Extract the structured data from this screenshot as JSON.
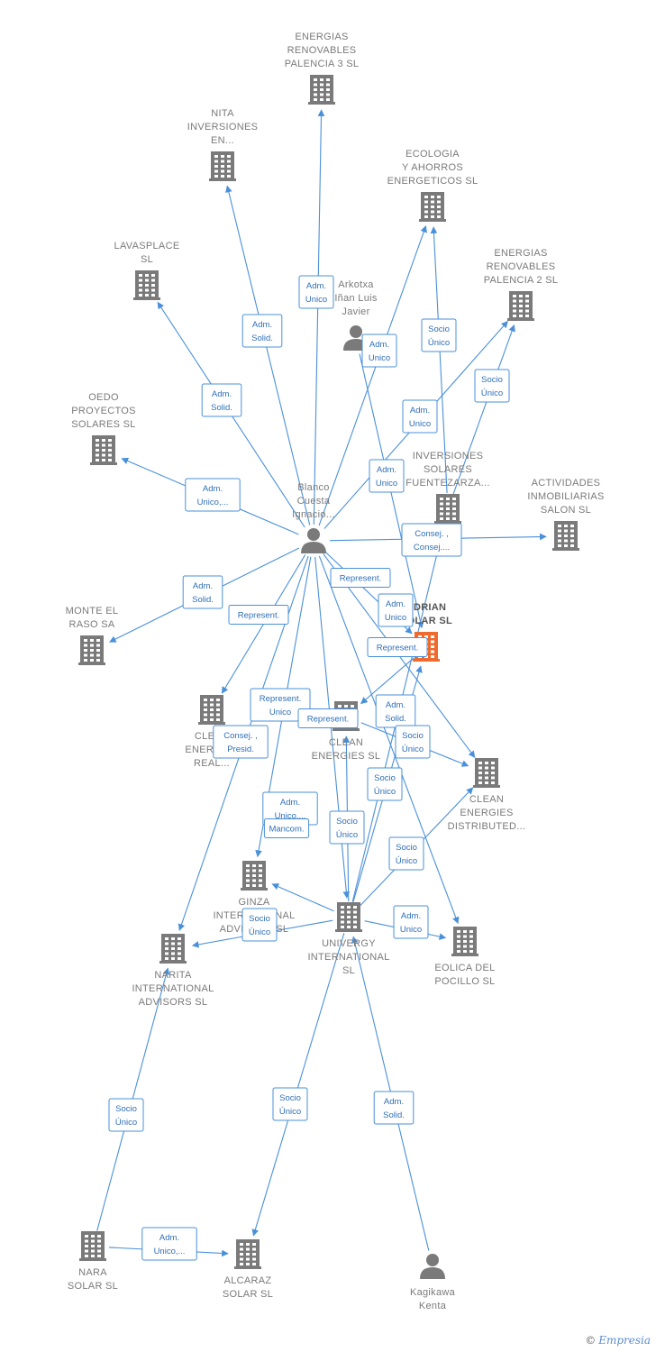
{
  "nodes": [
    {
      "id": "energias3",
      "type": "company",
      "lines": [
        "ENERGIAS",
        "RENOVABLES",
        "PALENCIA 3 SL"
      ]
    },
    {
      "id": "nita",
      "type": "company",
      "lines": [
        "NITA",
        "INVERSIONES",
        "EN..."
      ]
    },
    {
      "id": "ecologia",
      "type": "company",
      "lines": [
        "ECOLOGIA",
        "Y AHORROS",
        "ENERGETICOS SL"
      ]
    },
    {
      "id": "lavasplace",
      "type": "company",
      "lines": [
        "LAVASPLACE",
        "SL"
      ]
    },
    {
      "id": "energias2",
      "type": "company",
      "lines": [
        "ENERGIAS",
        "RENOVABLES",
        "PALENCIA 2 SL"
      ]
    },
    {
      "id": "arkotxa",
      "type": "person",
      "lines": [
        "Arkotxa",
        "Iñan Luis",
        "Javier"
      ]
    },
    {
      "id": "oedo",
      "type": "company",
      "lines": [
        "OEDO",
        "PROYECTOS",
        "SOLARES  SL"
      ]
    },
    {
      "id": "inversiones",
      "type": "company",
      "lines": [
        "INVERSIONES",
        "SOLARES",
        "FUENTEZARZA..."
      ]
    },
    {
      "id": "blanco",
      "type": "person",
      "lines": [
        "Blanco",
        "Cuesta",
        "Ignacio..."
      ]
    },
    {
      "id": "actividades",
      "type": "company",
      "lines": [
        "ACTIVIDADES",
        "INMOBILIARIAS",
        "SALON SL"
      ]
    },
    {
      "id": "monte",
      "type": "company",
      "lines": [
        "MONTE EL",
        "RASO SA"
      ]
    },
    {
      "id": "adrian",
      "type": "company",
      "focus": true,
      "lines": [
        "ADRIAN",
        "SOLAR  SL"
      ]
    },
    {
      "id": "cleanreal",
      "type": "company",
      "lines": [
        "CLEAN",
        "ENERGIES",
        "REAL..."
      ]
    },
    {
      "id": "cleanenergies",
      "type": "company",
      "lines": [
        "CLEAN",
        "ENERGIES SL"
      ]
    },
    {
      "id": "cleandist",
      "type": "company",
      "lines": [
        "CLEAN",
        "ENERGIES",
        "DISTRIBUTED..."
      ]
    },
    {
      "id": "ginza",
      "type": "company",
      "lines": [
        "GINZA",
        "INTERNATIONAL",
        "ADVISORS SL"
      ]
    },
    {
      "id": "univergy",
      "type": "company",
      "lines": [
        "UNIVERGY",
        "INTERNATIONAL",
        "SL"
      ]
    },
    {
      "id": "eolica",
      "type": "company",
      "lines": [
        "EOLICA DEL",
        "POCILLO SL"
      ]
    },
    {
      "id": "narita",
      "type": "company",
      "lines": [
        "NARITA",
        "INTERNATIONAL",
        "ADVISORS  SL"
      ]
    },
    {
      "id": "nara",
      "type": "company",
      "lines": [
        "NARA",
        "SOLAR  SL"
      ]
    },
    {
      "id": "alcaraz",
      "type": "company",
      "lines": [
        "ALCARAZ",
        "SOLAR SL"
      ]
    },
    {
      "id": "kagikawa",
      "type": "person",
      "lines": [
        "Kagikawa",
        "Kenta"
      ]
    }
  ],
  "edges": [
    {
      "from": "blanco",
      "to": "energias3",
      "label": [
        "Adm.",
        "Unico"
      ]
    },
    {
      "from": "blanco",
      "to": "nita",
      "label": [
        "Adm.",
        "Solid."
      ]
    },
    {
      "from": "blanco",
      "to": "lavasplace",
      "label": [
        "Adm.",
        "Solid."
      ]
    },
    {
      "from": "blanco",
      "to": "oedo",
      "label": [
        "Adm.",
        "Unico,..."
      ]
    },
    {
      "from": "blanco",
      "to": "monte",
      "label": [
        "Adm.",
        "Solid."
      ]
    },
    {
      "from": "blanco",
      "to": "ecologia",
      "label": [
        "Adm.",
        "Unico"
      ]
    },
    {
      "from": "blanco",
      "to": "energias2",
      "label": [
        "Adm.",
        "Unico"
      ]
    },
    {
      "from": "blanco",
      "to": "actividades",
      "label": [
        "Consej. ,",
        "Consej...."
      ]
    },
    {
      "from": "blanco",
      "to": "adrian",
      "label": [
        "Represent."
      ]
    },
    {
      "from": "blanco",
      "to": "cleanreal",
      "label": [
        "Represent."
      ]
    },
    {
      "from": "blanco",
      "to": "cleandist",
      "label": [
        "Represent."
      ]
    },
    {
      "from": "blanco",
      "to": "ginza",
      "label": [
        "Represent.",
        "Unico"
      ]
    },
    {
      "from": "blanco",
      "to": "narita",
      "label": [
        "Consej. ,",
        "Presid."
      ]
    },
    {
      "from": "blanco",
      "to": "univergy",
      "label": [
        "Adm.",
        "Unico,..."
      ]
    },
    {
      "from": "blanco",
      "to": "eolica",
      "label": [
        "Adm.",
        "Solid."
      ]
    },
    {
      "from": "arkotxa",
      "to": "adrian",
      "label": [
        "Adm.",
        "Unico"
      ]
    },
    {
      "from": "inversiones",
      "to": "ecologia",
      "label": [
        "Socio",
        "Único"
      ]
    },
    {
      "from": "inversiones",
      "to": "energias2",
      "label": [
        "Socio",
        "Único"
      ]
    },
    {
      "from": "univergy",
      "to": "inversiones",
      "label": [
        "Adm.",
        "Unico"
      ]
    },
    {
      "from": "univergy",
      "to": "adrian",
      "label": [
        "Socio",
        "Único"
      ]
    },
    {
      "from": "univergy",
      "to": "cleanenergies",
      "label": [
        "Socio",
        "Único"
      ]
    },
    {
      "from": "univergy",
      "to": "cleandist",
      "label": [
        "Socio",
        "Único"
      ]
    },
    {
      "from": "univergy",
      "to": "ginza",
      "label": [
        "Mancom."
      ]
    },
    {
      "from": "univergy",
      "to": "eolica",
      "label": [
        "Adm.",
        "Unico"
      ]
    },
    {
      "from": "univergy",
      "to": "narita",
      "label": [
        "Socio",
        "Único"
      ]
    },
    {
      "from": "cleanenergies",
      "to": "cleandist",
      "label": [
        "Socio",
        "Único"
      ]
    },
    {
      "from": "adrian",
      "to": "cleanenergies",
      "label": [
        "Represent."
      ]
    },
    {
      "from": "nara",
      "to": "narita",
      "label": [
        "Socio",
        "Único"
      ]
    },
    {
      "from": "nara",
      "to": "alcaraz",
      "label": [
        "Adm.",
        "Unico,..."
      ]
    },
    {
      "from": "univergy",
      "to": "alcaraz",
      "label": [
        "Socio",
        "Único"
      ]
    },
    {
      "from": "kagikawa",
      "to": "univergy",
      "label": [
        "Adm.",
        "Solid."
      ]
    }
  ],
  "brand": {
    "copyright": "©",
    "name": "Empresia"
  }
}
